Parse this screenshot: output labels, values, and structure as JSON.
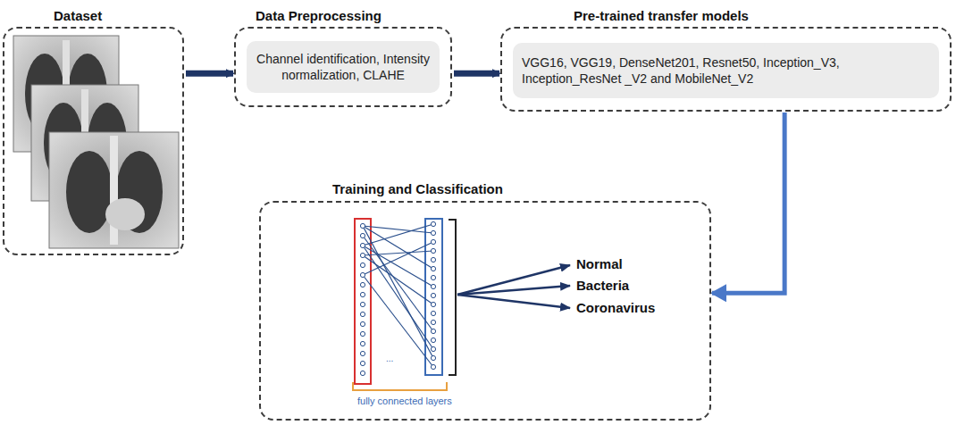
{
  "diagram": {
    "nodes": [
      {
        "text": [
          "Dataset"
        ]
      },
      {
        "text": [
          "Data Preprocessing"
        ]
      },
      {
        "text": [
          "Channel identification, Intensity normalization, CLAHE"
        ],
        "in": 1
      },
      {
        "text": [
          "Pre-trained transfer models"
        ]
      },
      {
        "text": [
          "VGG16, VGG19, DenseNet201, Resnet50, Inception_V3, Inception_ResNet _V2 and MobileNet_V2"
        ],
        "in": 3
      },
      {
        "text": [
          "Training and Classification"
        ]
      }
    ],
    "edges": [
      {
        "from": 0,
        "to": 1,
        "arrow": "to"
      },
      {
        "from": 1,
        "to": 3,
        "arrow": "to"
      },
      {
        "from": 3,
        "to": 5,
        "arrow": "to"
      }
    ],
    "labels": [
      "Normal",
      "Bacteria",
      "Coronavirus",
      "...",
      "fully connected layers"
    ]
  }
}
